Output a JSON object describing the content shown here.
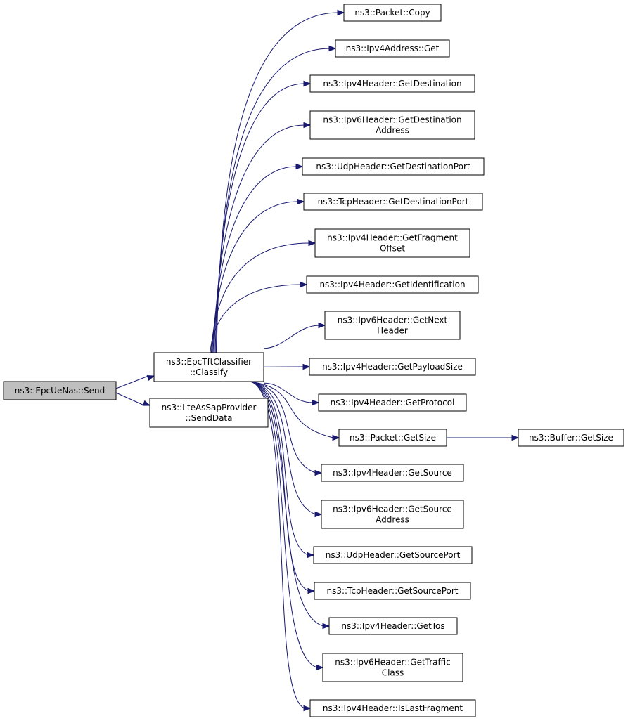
{
  "colors": {
    "edge": "#191970",
    "root_fill": "#bfbfbf",
    "node_fill": "#ffffff",
    "node_border": "#000000"
  },
  "nodes": [
    {
      "id": "send",
      "lines": [
        "ns3::EpcUeNas::Send"
      ],
      "root": true
    },
    {
      "id": "classify",
      "lines": [
        "ns3::EpcTftClassifier",
        "::Classify"
      ]
    },
    {
      "id": "senddata",
      "lines": [
        "ns3::LteAsSapProvider",
        "::SendData"
      ]
    },
    {
      "id": "copy",
      "lines": [
        "ns3::Packet::Copy"
      ]
    },
    {
      "id": "ipv4get",
      "lines": [
        "ns3::Ipv4Address::Get"
      ]
    },
    {
      "id": "v4dest",
      "lines": [
        "ns3::Ipv4Header::GetDestination"
      ]
    },
    {
      "id": "v6dest",
      "lines": [
        "ns3::Ipv6Header::GetDestination",
        "Address"
      ]
    },
    {
      "id": "udpdport",
      "lines": [
        "ns3::UdpHeader::GetDestinationPort"
      ]
    },
    {
      "id": "tcpdport",
      "lines": [
        "ns3::TcpHeader::GetDestinationPort"
      ]
    },
    {
      "id": "fragoff",
      "lines": [
        "ns3::Ipv4Header::GetFragment",
        "Offset"
      ]
    },
    {
      "id": "ident",
      "lines": [
        "ns3::Ipv4Header::GetIdentification"
      ]
    },
    {
      "id": "nexthdr",
      "lines": [
        "ns3::Ipv6Header::GetNext",
        "Header"
      ]
    },
    {
      "id": "payload",
      "lines": [
        "ns3::Ipv4Header::GetPayloadSize"
      ]
    },
    {
      "id": "proto",
      "lines": [
        "ns3::Ipv4Header::GetProtocol"
      ]
    },
    {
      "id": "pktsize",
      "lines": [
        "ns3::Packet::GetSize"
      ]
    },
    {
      "id": "bufsize",
      "lines": [
        "ns3::Buffer::GetSize"
      ]
    },
    {
      "id": "v4src",
      "lines": [
        "ns3::Ipv4Header::GetSource"
      ]
    },
    {
      "id": "v6src",
      "lines": [
        "ns3::Ipv6Header::GetSource",
        "Address"
      ]
    },
    {
      "id": "udpsport",
      "lines": [
        "ns3::UdpHeader::GetSourcePort"
      ]
    },
    {
      "id": "tcpsport",
      "lines": [
        "ns3::TcpHeader::GetSourcePort"
      ]
    },
    {
      "id": "tos",
      "lines": [
        "ns3::Ipv4Header::GetTos"
      ]
    },
    {
      "id": "traffic",
      "lines": [
        "ns3::Ipv6Header::GetTraffic",
        "Class"
      ]
    },
    {
      "id": "lastfrag",
      "lines": [
        "ns3::Ipv4Header::IsLastFragment"
      ]
    }
  ],
  "edges": [
    [
      "send",
      "classify"
    ],
    [
      "send",
      "senddata"
    ],
    [
      "classify",
      "copy"
    ],
    [
      "classify",
      "ipv4get"
    ],
    [
      "classify",
      "v4dest"
    ],
    [
      "classify",
      "v6dest"
    ],
    [
      "classify",
      "udpdport"
    ],
    [
      "classify",
      "tcpdport"
    ],
    [
      "classify",
      "fragoff"
    ],
    [
      "classify",
      "ident"
    ],
    [
      "classify",
      "nexthdr"
    ],
    [
      "classify",
      "payload"
    ],
    [
      "classify",
      "proto"
    ],
    [
      "classify",
      "pktsize"
    ],
    [
      "classify",
      "v4src"
    ],
    [
      "classify",
      "v6src"
    ],
    [
      "classify",
      "udpsport"
    ],
    [
      "classify",
      "tcpsport"
    ],
    [
      "classify",
      "tos"
    ],
    [
      "classify",
      "traffic"
    ],
    [
      "classify",
      "lastfrag"
    ],
    [
      "pktsize",
      "bufsize"
    ]
  ]
}
